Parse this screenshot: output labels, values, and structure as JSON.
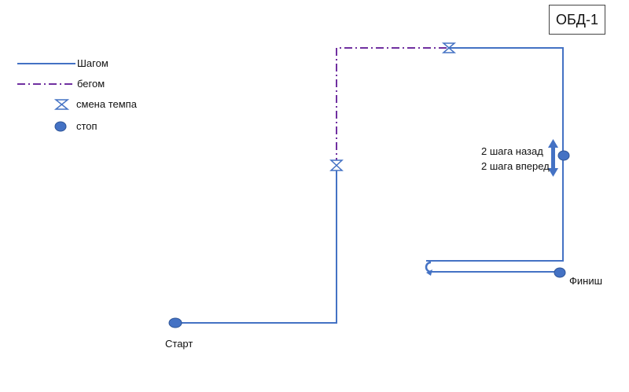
{
  "title": "ОБД-1",
  "legend": {
    "walk": "Шагом",
    "run": "бегом",
    "tempo_change": "смена темпа",
    "stop": "стоп"
  },
  "labels": {
    "start": "Старт",
    "finish": "Финиш",
    "back": "2 шага назад",
    "forward": "2 шага вперед"
  },
  "colors": {
    "walk_line": "#4472c4",
    "run_line": "#7030a0",
    "marker_fill": "#4472c4",
    "marker_stroke": "#2f5597"
  },
  "icons": {
    "tempo": "bowtie-icon",
    "stop": "filled-circle-icon",
    "steps": "double-arrow-icon",
    "turn": "u-turn-arrow-icon"
  }
}
